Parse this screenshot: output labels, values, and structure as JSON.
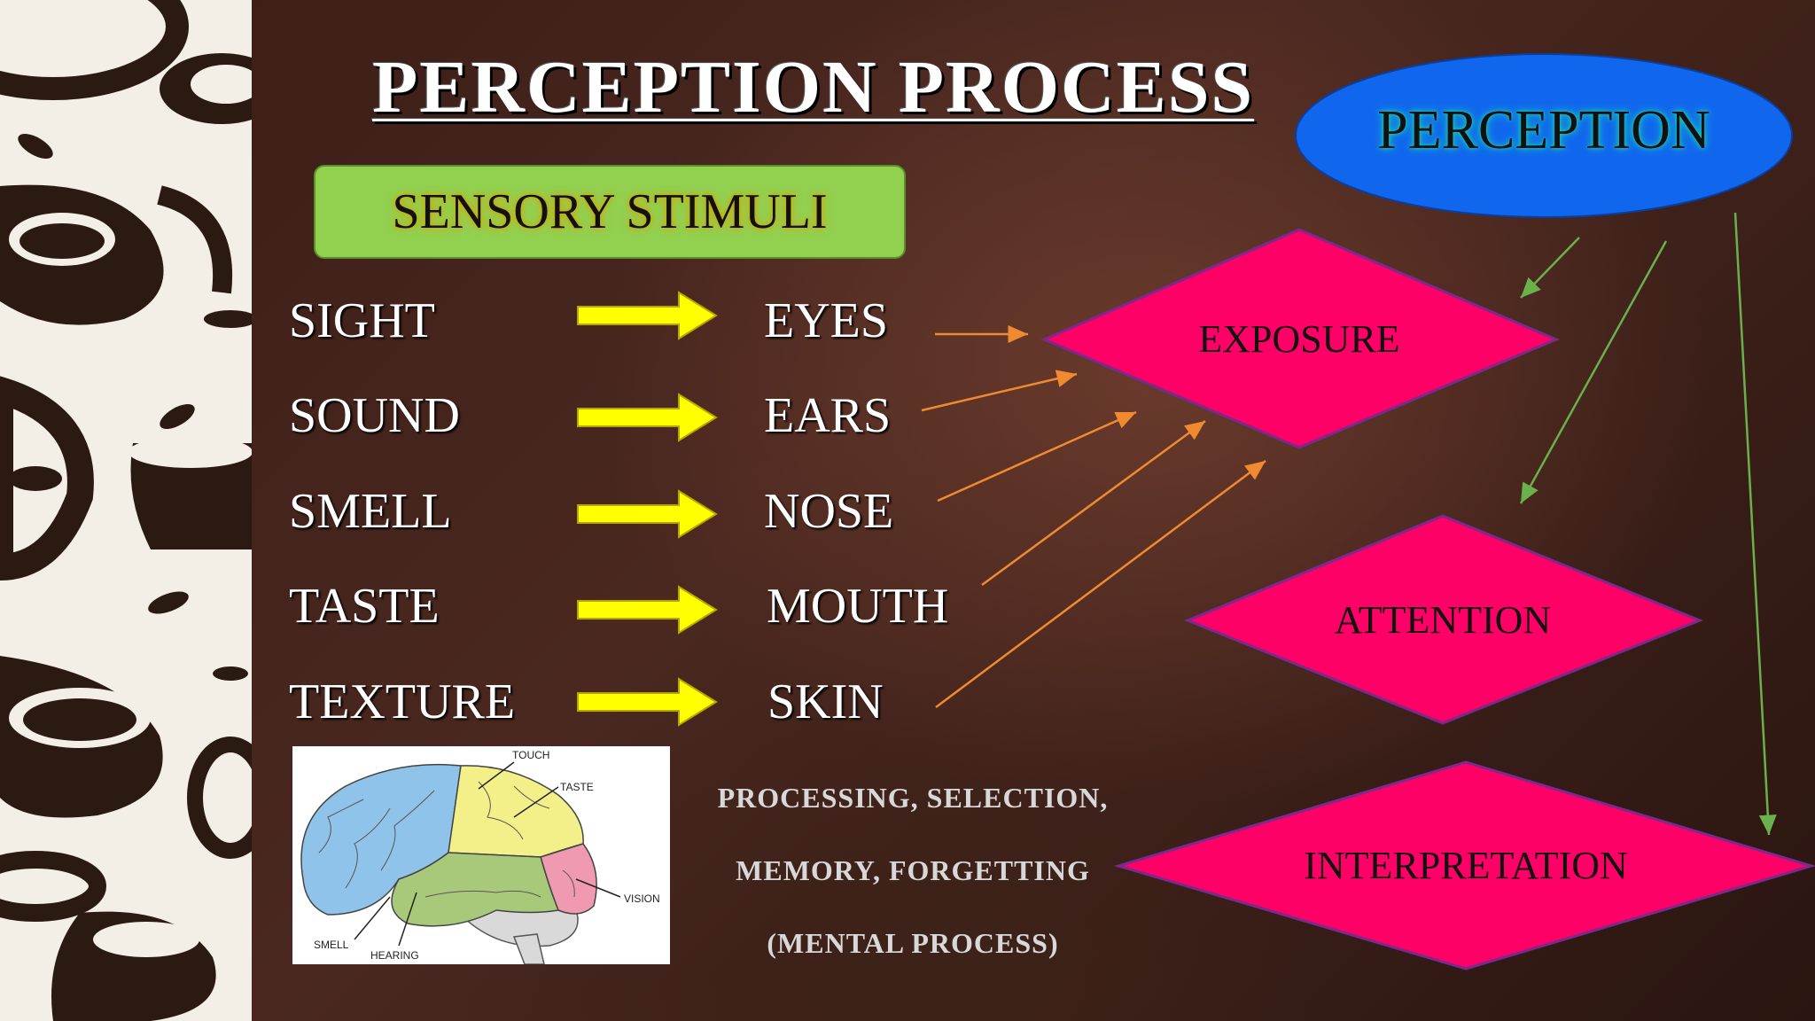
{
  "title": "PERCEPTION PROCESS",
  "sensory_stimuli_label": "SENSORY STIMULI",
  "rows": [
    {
      "stimulus": "SIGHT",
      "organ": "EYES"
    },
    {
      "stimulus": "SOUND",
      "organ": "EARS"
    },
    {
      "stimulus": "SMELL",
      "organ": "NOSE"
    },
    {
      "stimulus": "TASTE",
      "organ": "MOUTH"
    },
    {
      "stimulus": "TEXTURE",
      "organ": "SKIN"
    }
  ],
  "perception_label": "PERCEPTION",
  "stages": {
    "exposure": "EXPOSURE",
    "attention": "ATTENTION",
    "interpretation": "INTERPRETATION"
  },
  "mental_process": {
    "line1": "PROCESSING, SELECTION,",
    "line2": "MEMORY, FORGETTING",
    "line3": "(MENTAL PROCESS)"
  },
  "brain_labels": {
    "touch": "TOUCH",
    "taste": "TASTE",
    "vision": "VISION",
    "smell": "SMELL",
    "hearing": "HEARING"
  },
  "colors": {
    "stimuli_box": "#92d050",
    "yellow_arrow": "#ffff00",
    "diamond": "#ff0066",
    "perception_ellipse": "#1166ee",
    "orange_connector": "#f08a30",
    "green_connector": "#6ab04c",
    "brain_frontal": "#8fc3ea",
    "brain_parietal": "#f3f08a",
    "brain_temporal": "#a9c97a",
    "brain_occipital": "#ef9ab0",
    "brain_cerebellum": "#d9d9d9"
  },
  "icons": [
    "coffee-cup-pattern",
    "yellow-right-arrow",
    "brain-diagram"
  ]
}
